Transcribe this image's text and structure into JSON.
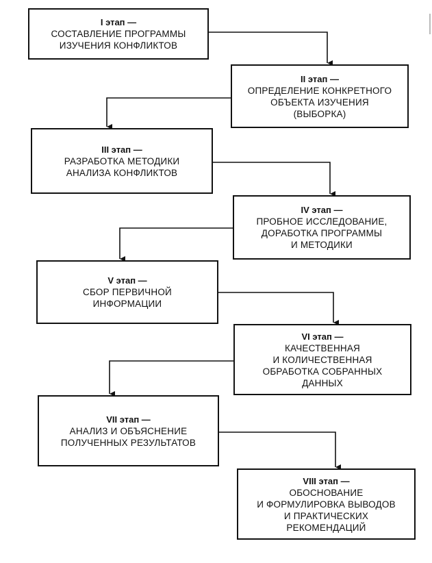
{
  "stages": [
    {
      "title": "I этап —",
      "text": "СОСТАВЛЕНИЕ ПРОГРАММЫ\nИЗУЧЕНИЯ КОНФЛИКТОВ"
    },
    {
      "title": "II этап —",
      "text": "ОПРЕДЕЛЕНИЕ КОНКРЕТНОГО\nОБЪЕКТА ИЗУЧЕНИЯ\n(ВЫБОРКА)"
    },
    {
      "title": "III этап —",
      "text": "РАЗРАБОТКА МЕТОДИКИ\nАНАЛИЗА КОНФЛИКТОВ"
    },
    {
      "title": "IV этап —",
      "text": "ПРОБНОЕ ИССЛЕДОВАНИЕ,\nДОРАБОТКА ПРОГРАММЫ\nИ МЕТОДИКИ"
    },
    {
      "title": "V этап —",
      "text": "СБОР ПЕРВИЧНОЙ\nИНФОРМАЦИИ"
    },
    {
      "title": "VI этап —",
      "text": "КАЧЕСТВЕННАЯ\nИ КОЛИЧЕСТВЕННАЯ\nОБРАБОТКА СОБРАННЫХ\nДАННЫХ"
    },
    {
      "title": "VII этап —",
      "text": "АНАЛИЗ И ОБЪЯСНЕНИЕ\nПОЛУЧЕННЫХ РЕЗУЛЬТАТОВ"
    },
    {
      "title": "VIII этап —",
      "text": "ОБОСНОВАНИЕ\nИ ФОРМУЛИРОВКА ВЫВОДОВ\nИ ПРАКТИЧЕСКИХ\nРЕКОМЕНДАЦИЙ"
    }
  ]
}
